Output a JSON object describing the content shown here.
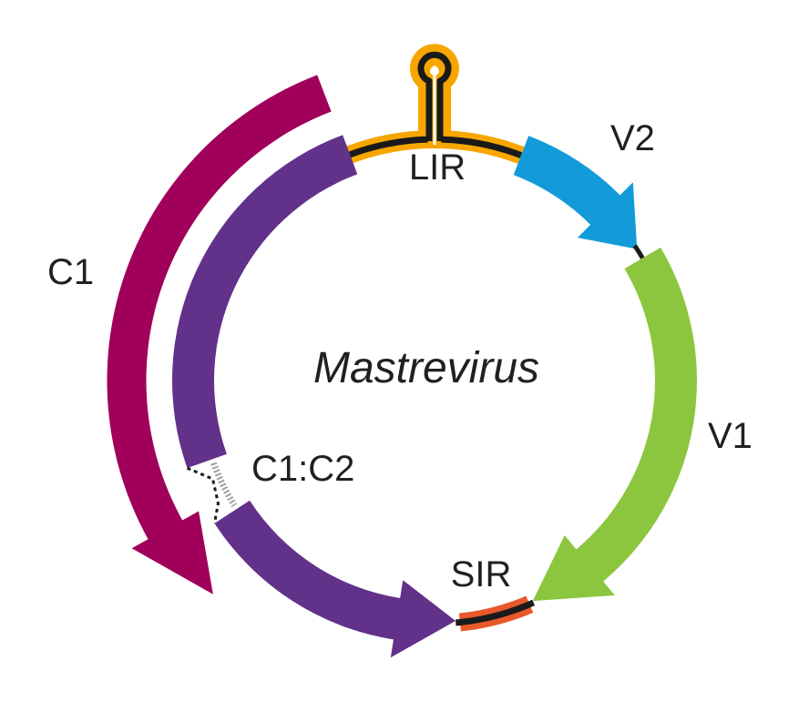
{
  "title": "Mastrevirus",
  "colors": {
    "C1": "#a0005a",
    "C2": "#62318a",
    "V1": "#8cc63f",
    "V2": "#129bd8",
    "LIR": "#f7a600",
    "SIR": "#e8582a",
    "dna": "#1a1a1a",
    "intron": "#a0a0a0",
    "text": "#231f20"
  },
  "regions": [
    {
      "id": "LIR",
      "label": "LIR",
      "type": "intergenic-region-stem-loop"
    },
    {
      "id": "SIR",
      "label": "SIR",
      "type": "intergenic-region"
    }
  ],
  "genes": [
    {
      "id": "V2",
      "label": "V2",
      "strand": "virion-sense"
    },
    {
      "id": "V1",
      "label": "V1",
      "strand": "virion-sense"
    },
    {
      "id": "C1",
      "label": "C1",
      "strand": "complementary-sense"
    },
    {
      "id": "C1C2",
      "label": "C1:C2",
      "strand": "complementary-sense",
      "note": "spliced"
    }
  ]
}
